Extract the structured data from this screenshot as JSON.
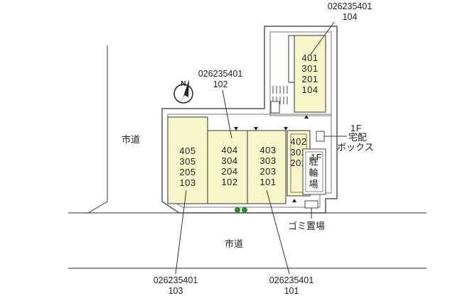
{
  "roads": {
    "left_label": "市道",
    "bottom_label": "市道"
  },
  "compass": {
    "letter": "N"
  },
  "buildings": {
    "b1": {
      "units": [
        "405",
        "305",
        "205",
        "103"
      ]
    },
    "b2": {
      "units": [
        "404",
        "304",
        "204",
        "102"
      ]
    },
    "b3": {
      "units": [
        "403",
        "303",
        "203",
        "101"
      ]
    },
    "b4": {
      "units": [
        "402",
        "302",
        "202"
      ]
    },
    "b5": {
      "units": [
        "401",
        "301",
        "201",
        "104"
      ]
    }
  },
  "callouts": {
    "top_right": {
      "code": "026235401",
      "unit": "104"
    },
    "mid": {
      "code": "026235401",
      "unit": "102"
    },
    "bottom_left": {
      "code": "026235401",
      "unit": "103"
    },
    "bottom_right": {
      "code": "026235401",
      "unit": "101"
    }
  },
  "facilities": {
    "delivery_box": {
      "floor": "1F",
      "line1": "宅配",
      "line2": "ボックス"
    },
    "bicycle_parking": {
      "floor": "1F",
      "chars": [
        "駐",
        "輪",
        "場"
      ]
    },
    "garbage": {
      "label": "ゴミ置場"
    }
  },
  "colors": {
    "unit_fill": "#f8f5c8",
    "line": "#333333",
    "tree": "#2f8a2f",
    "background": "#ffffff"
  }
}
